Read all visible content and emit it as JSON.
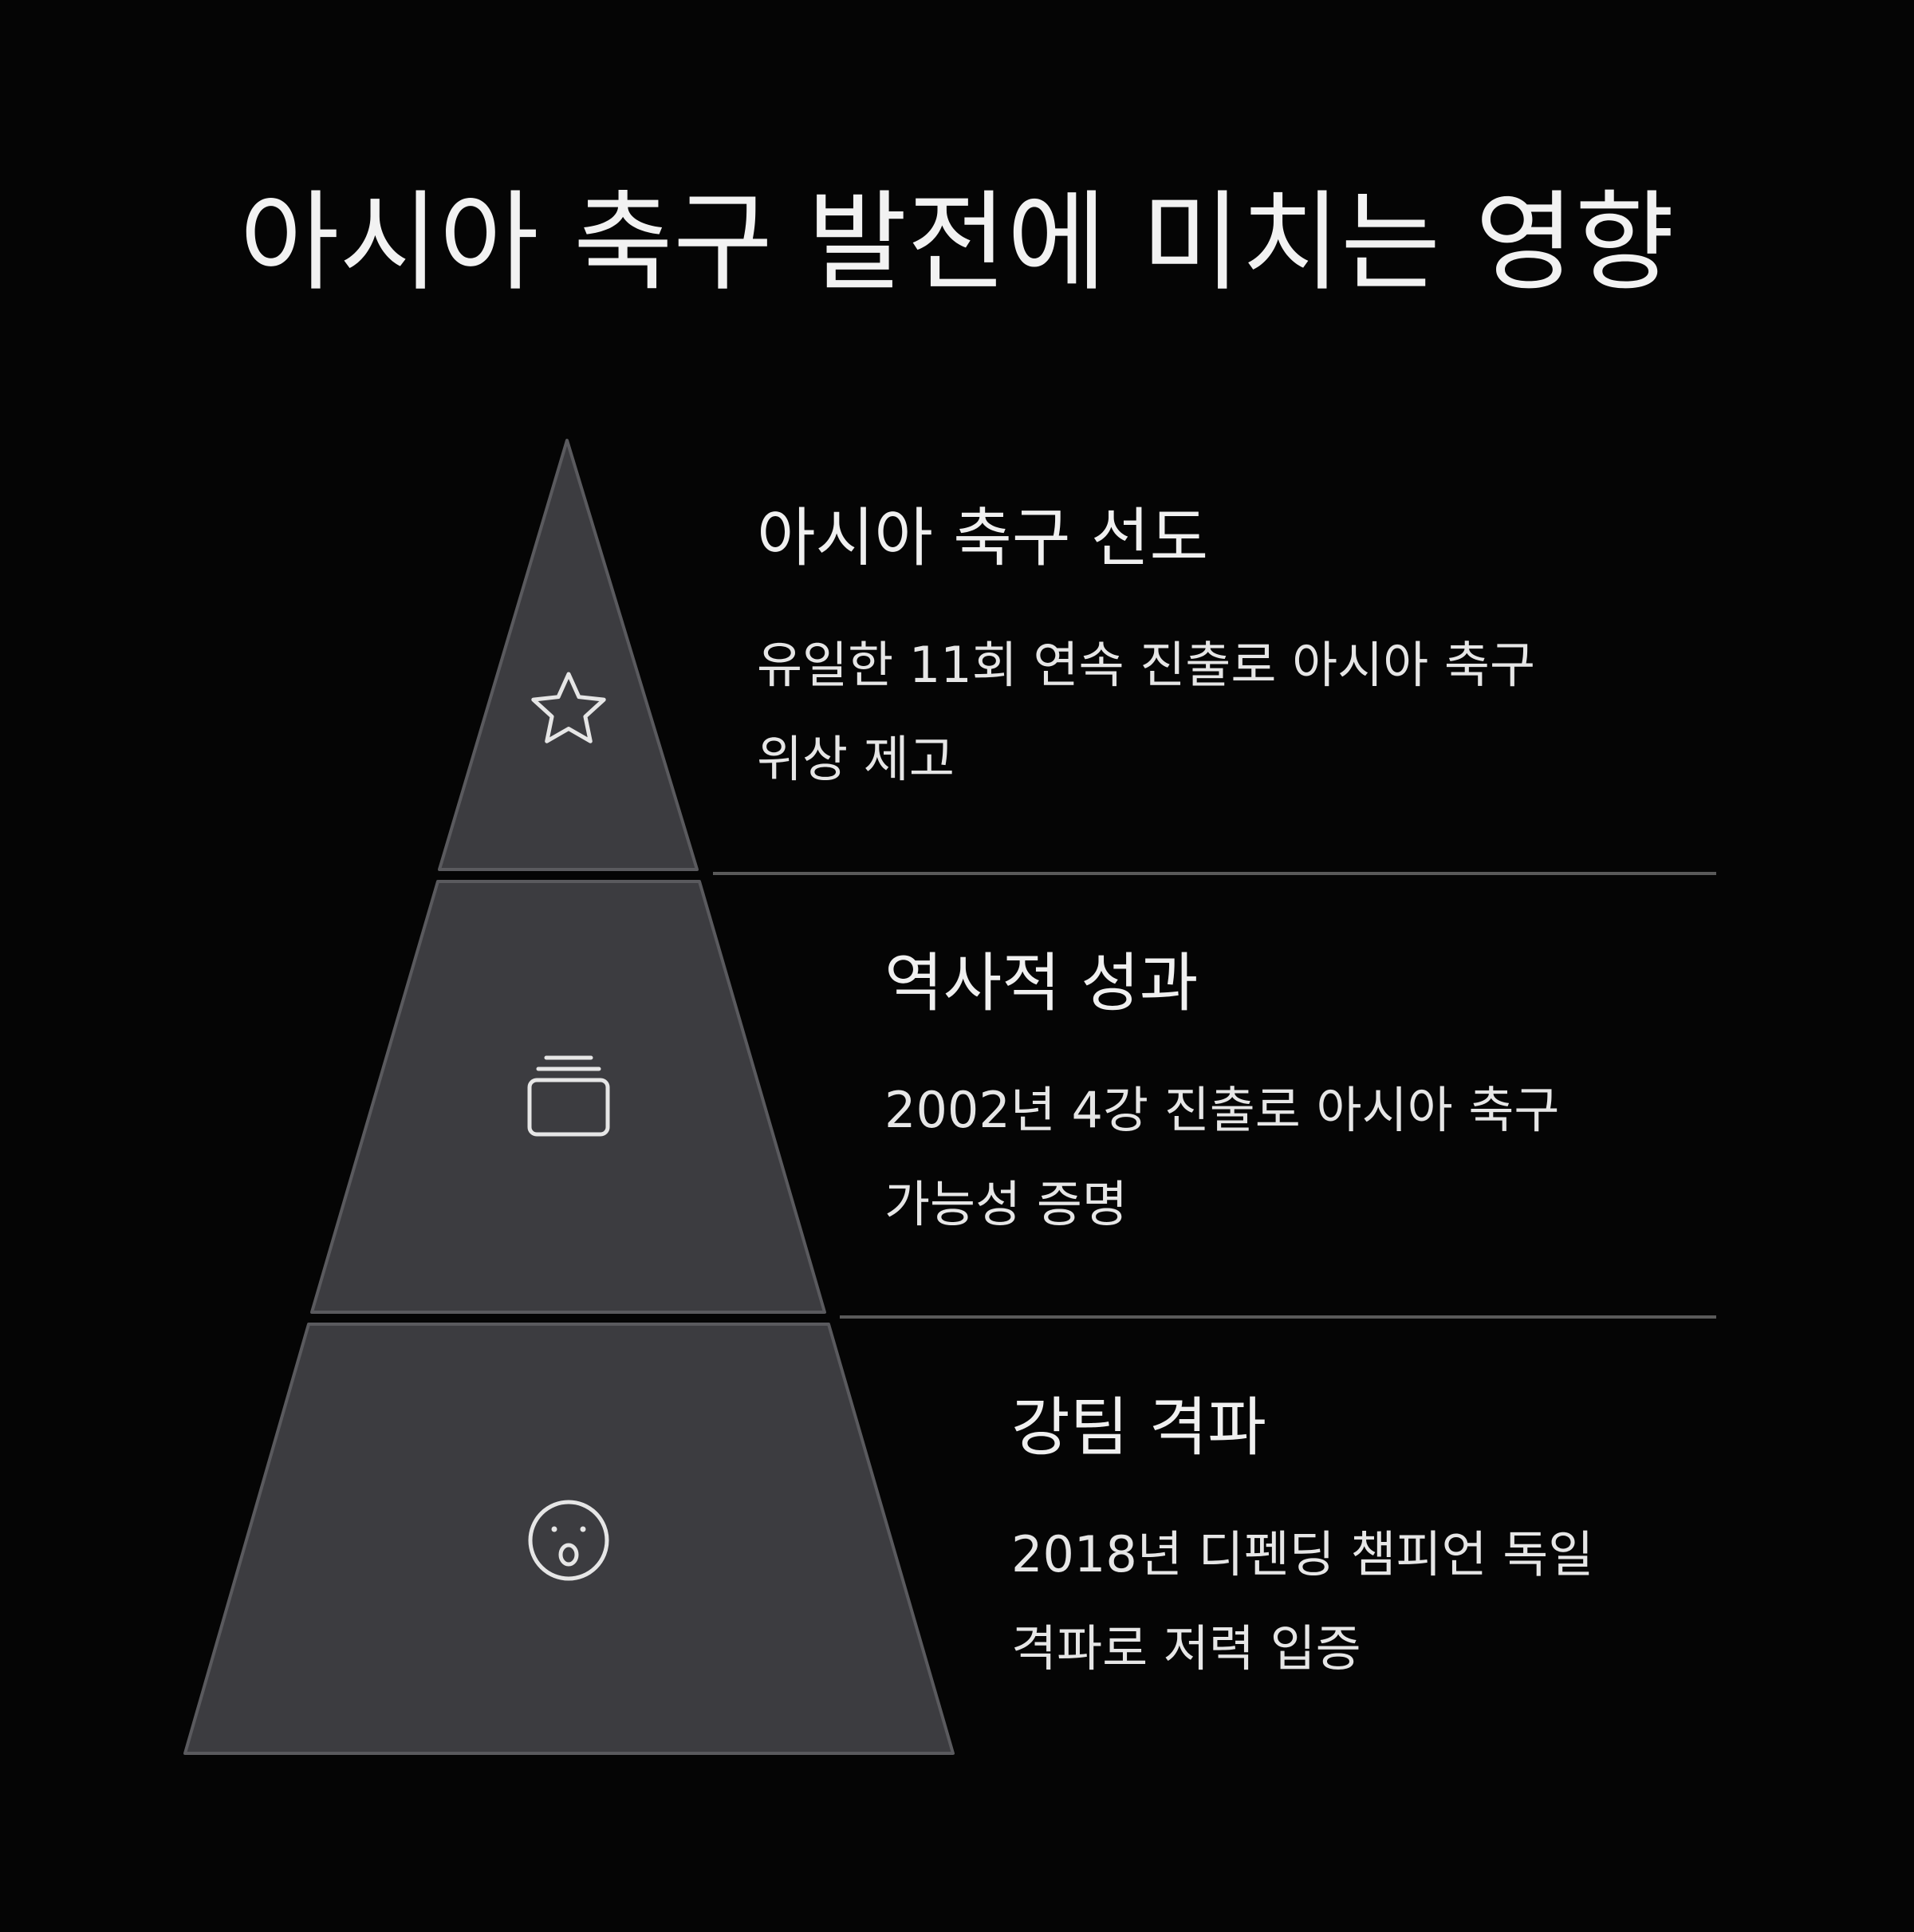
{
  "title": "아시아 축구 발전에 미치는 영향",
  "colors": {
    "background": "#050505",
    "segment_fill": "#3c3c40",
    "segment_stroke": "#5a5a5e",
    "divider": "#5a5a5a",
    "icon": "#e6e6e6",
    "text": "#eeeeee"
  },
  "levels": [
    {
      "heading": "아시아 축구 선도",
      "description_lines": [
        "유일한 11회 연속 진출로 아시아 축구",
        "위상 제고"
      ],
      "icon": "star-icon"
    },
    {
      "heading": "역사적 성과",
      "description_lines": [
        "2002년 4강 진출로 아시아 축구",
        "가능성 증명"
      ],
      "icon": "stack-icon"
    },
    {
      "heading": "강팀 격파",
      "description_lines": [
        "2018년 디펜딩 챔피언 독일",
        "격파로 저력 입증"
      ],
      "icon": "surprised-face-icon"
    }
  ]
}
